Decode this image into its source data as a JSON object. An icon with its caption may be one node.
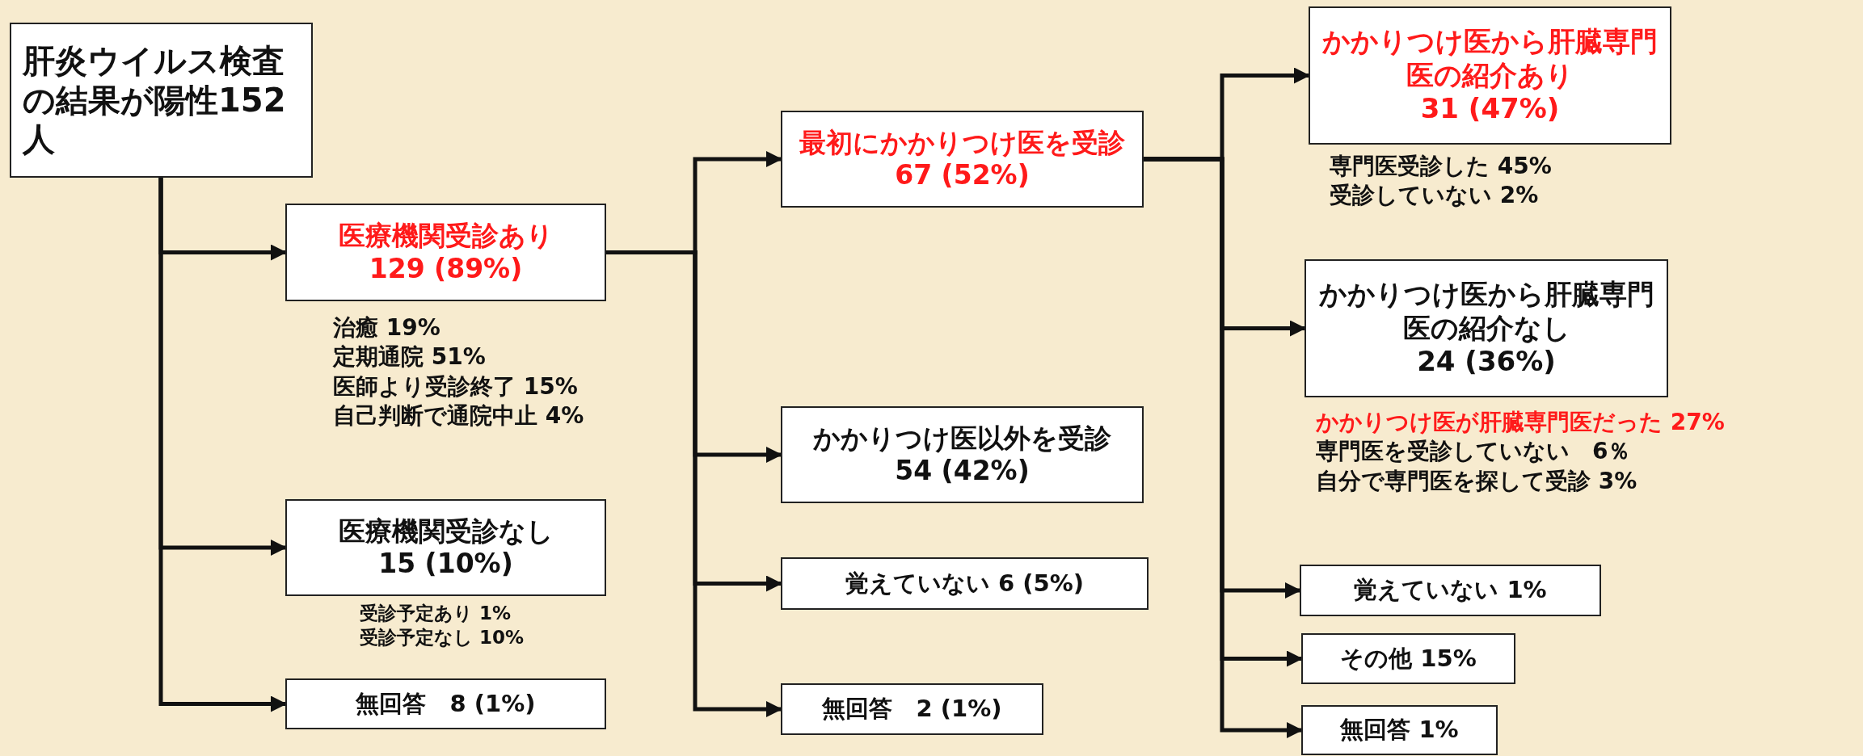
{
  "diagram": {
    "nodes": [
      {
        "text": [
          "肝炎ウイルス検査の結果が陽性152人"
        ]
      },
      {
        "text": [
          "医療機関受診あり",
          "129 (89%)"
        ],
        "beside": [
          "治癒 19%",
          "定期通院 51%",
          "医師より受診終了 15%",
          "自己判断で通院中止 4%"
        ]
      },
      {
        "text": [
          "医療機関受診なし",
          "15 (10%)"
        ],
        "beside": [
          "受診予定あり 1%",
          "受診予定なし 10%"
        ]
      },
      {
        "text": [
          "無回答　8 (1%)"
        ]
      },
      {
        "text": [
          "最初にかかりつけ医を受診 67 (52%)"
        ]
      },
      {
        "text": [
          "かかりつけ医以外を受診 54 (42%)"
        ]
      },
      {
        "text": [
          "覚えていない 6 (5%)"
        ]
      },
      {
        "text": [
          "無回答　2 (1%)"
        ]
      },
      {
        "text": [
          "かかりつけ医から肝臓専門医の紹介あり",
          "31 (47%)"
        ],
        "beside": [
          "専門医受診した 45%",
          "受診していない 2%"
        ]
      },
      {
        "text": [
          "かかりつけ医から肝臓専門医の紹介なし",
          "24 (36%)"
        ],
        "beside": [
          "かかりつけ医が肝臓専門医だった 27%",
          "専門医を受診していない　6％",
          "自分で専門医を探して受診 3%"
        ]
      },
      {
        "text": [
          "覚えていない 1%"
        ]
      },
      {
        "text": [
          "その他 15%"
        ]
      },
      {
        "text": [
          "無回答 1%"
        ]
      }
    ],
    "edges": [
      {
        "from": 0,
        "to": 1,
        "arrow": "to"
      },
      {
        "from": 0,
        "to": 2,
        "arrow": "to"
      },
      {
        "from": 0,
        "to": 3,
        "arrow": "to"
      },
      {
        "from": 1,
        "to": 4,
        "arrow": "to"
      },
      {
        "from": 1,
        "to": 5,
        "arrow": "to"
      },
      {
        "from": 1,
        "to": 6,
        "arrow": "to"
      },
      {
        "from": 1,
        "to": 7,
        "arrow": "to"
      },
      {
        "from": 4,
        "to": 8,
        "arrow": "to"
      },
      {
        "from": 4,
        "to": 9,
        "arrow": "to"
      },
      {
        "from": 4,
        "to": 10,
        "arrow": "to"
      },
      {
        "from": 4,
        "to": 11,
        "arrow": "to"
      },
      {
        "from": 4,
        "to": 12,
        "arrow": "to"
      }
    ]
  }
}
